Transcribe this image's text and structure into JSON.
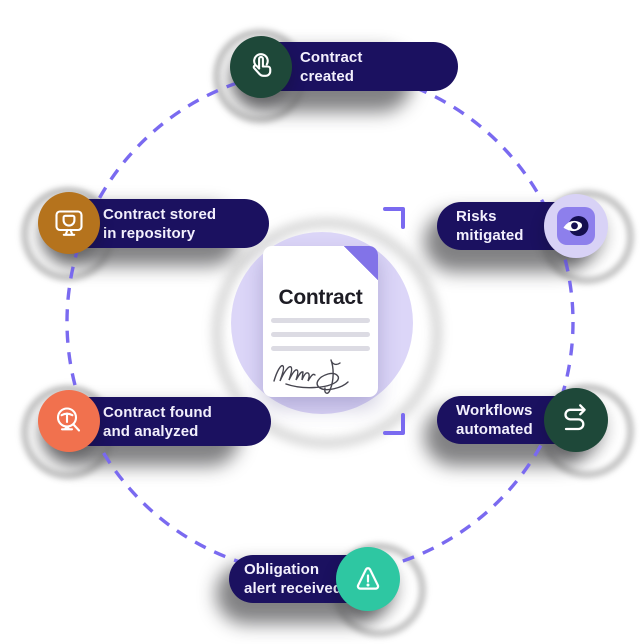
{
  "colors": {
    "pill": "#1b1160",
    "pill_text": "#f3f0fd",
    "accent_purple": "#7a6af0",
    "center_circle": "#dcd6f8",
    "document_fold": "#8273e8",
    "document_line": "#dcdbe3",
    "dark_green": "#1e4839",
    "orange": "#b5731d",
    "coral": "#f1714e",
    "teal": "#2ec7a2",
    "lavender": "#d8d2f6",
    "eye_square": "#8d7fec",
    "eye_navy": "#140e4f"
  },
  "center": {
    "document_title": "Contract",
    "document_icon": "contract-document-icon",
    "signature_icon": "signature-scribble"
  },
  "cycle": {
    "style": "dashed-circle",
    "brackets": "viewfinder-corner-brackets"
  },
  "nodes": [
    {
      "name": "contract-created",
      "lines": [
        "Contract",
        "created"
      ],
      "icon": "tap-icon",
      "icon_color": "#1e4839",
      "icon_side": "left"
    },
    {
      "name": "risks-mitigated",
      "lines": [
        "Risks",
        "mitigated"
      ],
      "icon": "eye-icon",
      "icon_color": "#d8d2f6",
      "icon_side": "right"
    },
    {
      "name": "workflows-automated",
      "lines": [
        "Workflows",
        "automated"
      ],
      "icon": "workflow-arrow-icon",
      "icon_color": "#1e4839",
      "icon_side": "right"
    },
    {
      "name": "obligation-alert-received",
      "lines": [
        "Obligation",
        "alert received"
      ],
      "icon": "warning-triangle-icon",
      "icon_color": "#2ec7a2",
      "icon_side": "right"
    },
    {
      "name": "contract-found-analyzed",
      "lines": [
        "Contract found",
        "and analyzed"
      ],
      "icon": "search-text-icon",
      "icon_color": "#f1714e",
      "icon_side": "left"
    },
    {
      "name": "contract-stored-repository",
      "lines": [
        "Contract stored",
        "in repository"
      ],
      "icon": "monitor-icon",
      "icon_color": "#b5731d",
      "icon_side": "left"
    }
  ]
}
